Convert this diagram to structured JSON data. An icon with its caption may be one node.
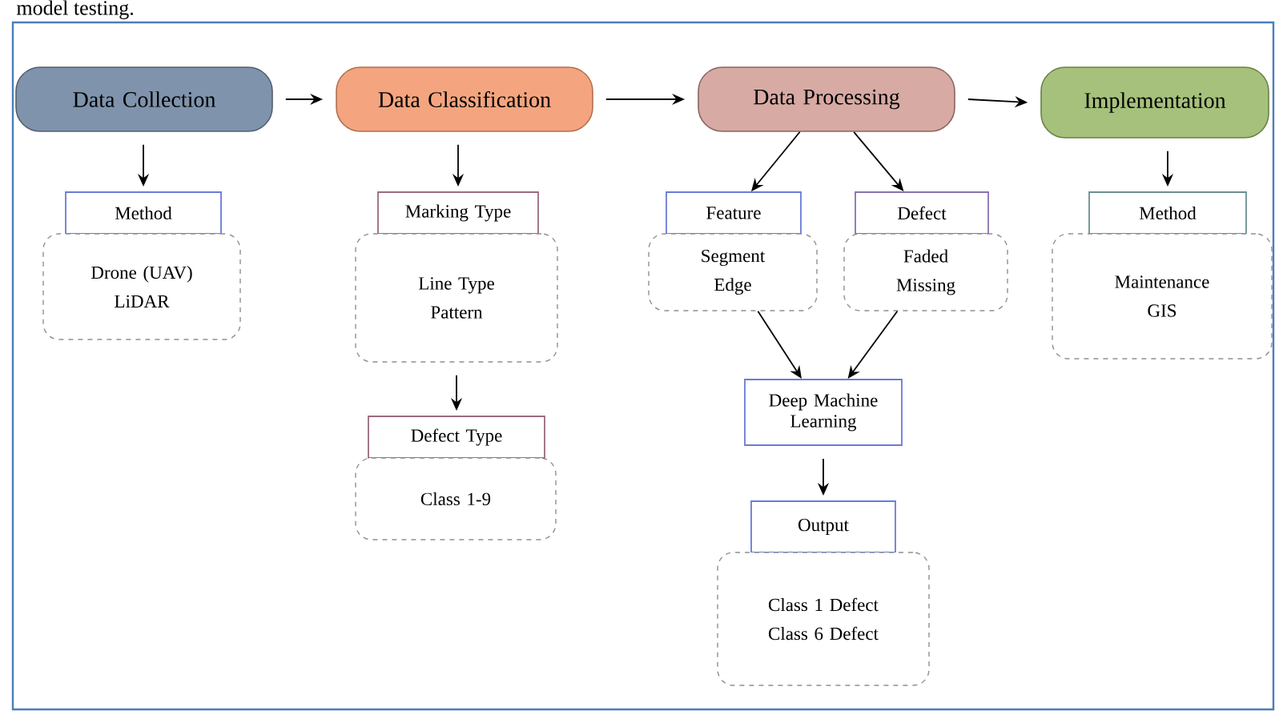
{
  "diagram": {
    "nodes": [
      {
        "text": [
          "Data Collection"
        ]
      },
      {
        "text": [
          "Data Classification"
        ]
      },
      {
        "text": [
          "Data Processing"
        ]
      },
      {
        "text": [
          "Implementation"
        ]
      },
      {
        "text": [
          "Method"
        ]
      },
      {
        "text": [
          "Drone (UAV)",
          "LiDAR"
        ]
      },
      {
        "text": [
          "Marking Type"
        ]
      },
      {
        "text": [
          "Line Type",
          "Pattern"
        ]
      },
      {
        "text": [
          "Defect Type"
        ]
      },
      {
        "text": [
          "Class 1-9"
        ]
      },
      {
        "text": [
          "Feature"
        ]
      },
      {
        "text": [
          "Segment",
          "Edge"
        ]
      },
      {
        "text": [
          "Defect"
        ]
      },
      {
        "text": [
          "Faded",
          "Missing"
        ]
      },
      {
        "text": [
          "Deep Machine Learning"
        ]
      },
      {
        "text": [
          "Output"
        ]
      },
      {
        "text": [
          "Class 1 Defect",
          "Class 6 Defect"
        ]
      },
      {
        "text": [
          "Method"
        ]
      },
      {
        "text": [
          "Maintenance",
          "GIS"
        ]
      }
    ],
    "edges": [
      {
        "from": 0,
        "to": 1,
        "arrow": "to"
      },
      {
        "from": 1,
        "to": 2,
        "arrow": "to"
      },
      {
        "from": 2,
        "to": 3,
        "arrow": "to"
      },
      {
        "from": 0,
        "to": 4,
        "arrow": "to"
      },
      {
        "from": 1,
        "to": 6,
        "arrow": "to"
      },
      {
        "from": 7,
        "to": 8,
        "arrow": "to"
      },
      {
        "from": 2,
        "to": 10,
        "arrow": "to"
      },
      {
        "from": 2,
        "to": 12,
        "arrow": "to"
      },
      {
        "from": 11,
        "to": 14,
        "arrow": "to"
      },
      {
        "from": 13,
        "to": 14,
        "arrow": "to"
      },
      {
        "from": 14,
        "to": 15,
        "arrow": "to"
      },
      {
        "from": 3,
        "to": 17,
        "arrow": "to"
      }
    ],
    "labels": [
      "model testing."
    ]
  }
}
